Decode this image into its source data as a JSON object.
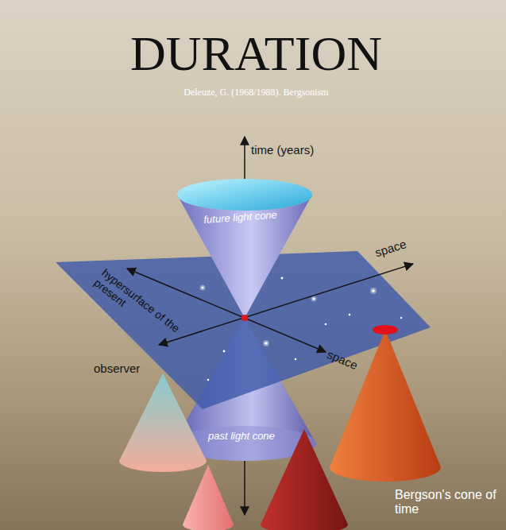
{
  "diagram": {
    "title": "DURATION",
    "labels": [
      "Deleuze, G. (1968/1988). Bergsonism",
      "time (years)",
      "future light cone",
      "space",
      "hypersurface of the present",
      "observer",
      "space",
      "past light cone",
      "Bergson's cone of time"
    ]
  }
}
